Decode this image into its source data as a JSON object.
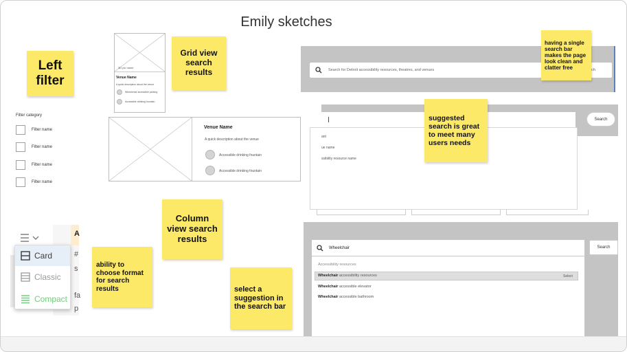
{
  "board": {
    "title": "Emily sketches"
  },
  "stickies": {
    "left_filter": "Left filter",
    "grid_view": "Grid view search results",
    "column_view": "Column view search results",
    "format_choice": "ability to choose format for search results",
    "select_suggestion": "select a suggestion in the search bar",
    "suggested_search": "suggested search is great to meet many users needs",
    "single_search": "having a single search bar makes the page look clean and clatter free"
  },
  "filter": {
    "category": "Filter category",
    "items": [
      "Filter name",
      "Filter name",
      "Filter name",
      "Filter name"
    ]
  },
  "grid_card": {
    "image_caption": "3D pic name",
    "venue": "Venue Name",
    "description": "A quick description about the venue",
    "features": [
      "Wheelchair accessible parking",
      "Accessible drinking fountain"
    ]
  },
  "column_card": {
    "venue": "Venue Name",
    "description": "A quick description about the venue",
    "features": [
      "Accessible drinking fountain",
      "Accessible drinking fountain"
    ]
  },
  "search_top": {
    "placeholder": "Search for Detroit accessibility resources, theatres, and venues",
    "button_partial": "earch"
  },
  "search_mid": {
    "button": "Search",
    "suggestions": [
      "ant",
      "ue name",
      "ssibility resource name"
    ]
  },
  "search_bottom": {
    "query": "Wheelchair",
    "button": "Search",
    "category": "Accessibility resources",
    "rows": [
      {
        "bold": "Wheelchair",
        "rest": " accessibility resources",
        "action": "Select"
      },
      {
        "bold": "Wheelchair",
        "rest": " accessible elevator",
        "action": ""
      },
      {
        "bold": "Wheelchair",
        "rest": " accessible bathroom",
        "action": ""
      }
    ]
  },
  "format_menu": {
    "options": [
      "Card",
      "Classic",
      "Compact"
    ],
    "colors": {
      "card": "#3b3b3b",
      "classic": "#9a9a9a",
      "compact": "#6fcf7a"
    },
    "behind_text": [
      "A",
      "#",
      "s",
      "fa",
      "p"
    ]
  },
  "colors": {
    "sticky": "#fde968",
    "panel_gray": "#c4c4c4"
  }
}
